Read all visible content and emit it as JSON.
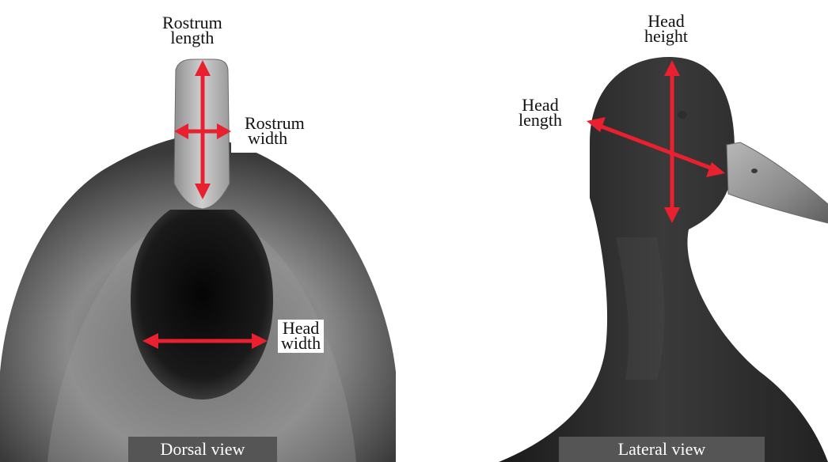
{
  "colors": {
    "arrow": "#e8202f",
    "caption_bg": "#555555",
    "caption_text": "#ffffff"
  },
  "dorsal": {
    "rostrum_length": [
      "Rostrum",
      "length"
    ],
    "rostrum_width": [
      "Rostrum",
      "width"
    ],
    "head_width": [
      "Head",
      "width"
    ],
    "caption": "Dorsal view"
  },
  "lateral": {
    "head_height": [
      "Head",
      "height"
    ],
    "head_length": [
      "Head",
      "length"
    ],
    "caption": "Lateral view"
  }
}
